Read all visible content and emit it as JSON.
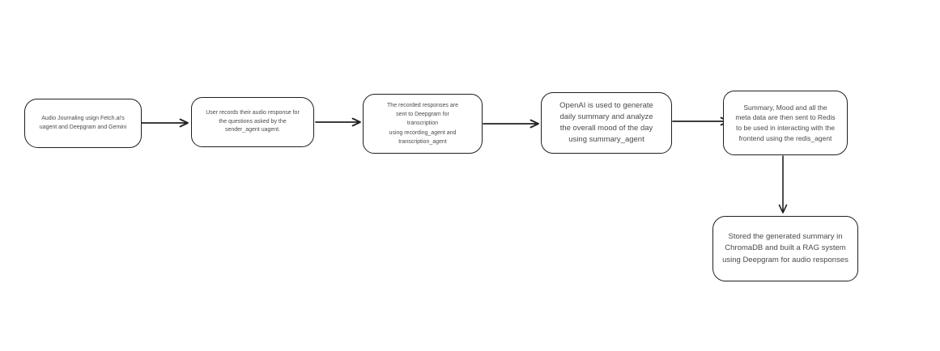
{
  "page": {
    "background_color": "#ffffff"
  },
  "diagram": {
    "type": "flowchart",
    "stroke_color": "#222222",
    "node_border_color": "#1f1f1f",
    "text_color": "#4a4a4a",
    "nodes": {
      "audio_journaling": {
        "label": "Audio Journaling usign Fetch.ai's\nuagent and Deepgram and Gemini"
      },
      "user_records": {
        "label": "User records their audio response for\nthe questions asked by the\nsender_agent uagent."
      },
      "deepgram_transcription": {
        "label": "The recorded responses are\nsent  to Deepgram for\ntranscription\nusing recording_agent and\ntranscription_agent"
      },
      "openai_summary": {
        "label": "OpenAI is used to generate\ndaily summary and analyze\nthe overall mood of the day\nusing summary_agent"
      },
      "redis_metadata": {
        "label": "Summary, Mood and all the\nmeta data are then sent to Redis\nto be used in interacting with the\nfrontend using the redis_agent"
      },
      "chromadb_rag": {
        "label": "Stored the generated summary in\nChromaDB and built a RAG system\nusing Deepgram for audio responses"
      }
    },
    "edges": [
      {
        "from": "audio_journaling",
        "to": "user_records",
        "direction": "right"
      },
      {
        "from": "user_records",
        "to": "deepgram_transcription",
        "direction": "right"
      },
      {
        "from": "deepgram_transcription",
        "to": "openai_summary",
        "direction": "right"
      },
      {
        "from": "openai_summary",
        "to": "redis_metadata",
        "direction": "right"
      },
      {
        "from": "redis_metadata",
        "to": "chromadb_rag",
        "direction": "down"
      }
    ]
  }
}
